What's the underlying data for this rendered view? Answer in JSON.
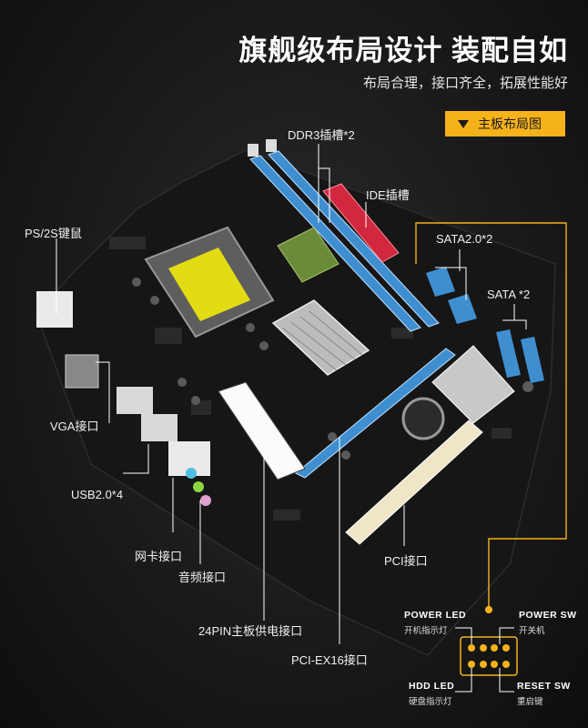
{
  "header": {
    "title": "旗舰级布局设计 装配自如",
    "subtitle": "布局合理，接口齐全，拓展性能好",
    "tag_label": "主板布局图"
  },
  "labels": {
    "ddr3": "DDR3插槽*2",
    "ide": "IDE插槽",
    "sata20": "SATA2.0*2",
    "sata": "SATA *2",
    "ps2": "PS/2S键鼠",
    "vga": "VGA接口",
    "usb": "USB2.0*4",
    "lan": "网卡接口",
    "audio": "音频接口",
    "pin24": "24PIN主板供电接口",
    "pciex16": "PCI-EX16接口",
    "pci": "PCI接口"
  },
  "front_panel": {
    "power_led_en": "POWER  LED",
    "power_led_cn": "开机指示灯",
    "power_sw_en": "POWER   SW",
    "power_sw_cn": "开关机",
    "hdd_led_en": "HDD LED",
    "hdd_led_cn": "硬盘指示灯",
    "reset_sw_en": "RESET  SW",
    "reset_sw_cn": "重启键"
  },
  "colors": {
    "accent": "#f6b21b",
    "dimm_blue": "#3f8fd0",
    "ide_red": "#d2283f",
    "cpu_yellow": "#e3dc12"
  }
}
